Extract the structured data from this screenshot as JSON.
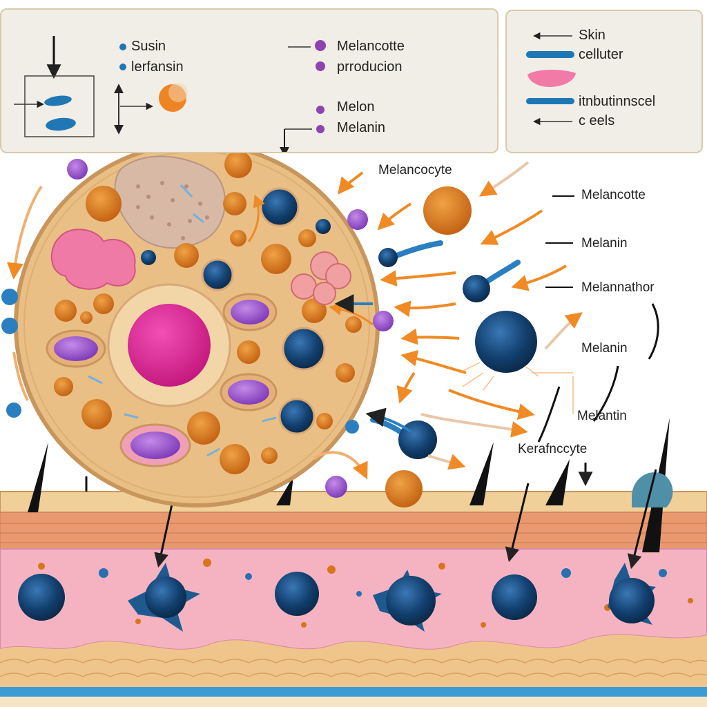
{
  "legend_left": {
    "items": [
      {
        "text": "Susin",
        "marker_color": "#1f78b4"
      },
      {
        "text": "lerfansin",
        "marker_color": "#1f78b4"
      }
    ],
    "right_items": [
      {
        "text": "Melancotte",
        "marker_color": "#8e44ad"
      },
      {
        "text": "prroducion",
        "marker_color": "#8e44ad"
      },
      {
        "text": "Melon",
        "marker_color": "#8e44ad"
      },
      {
        "text": "Melanin",
        "marker_color": "#8e44ad"
      }
    ]
  },
  "legend_right": {
    "items": [
      {
        "text": "Skin"
      },
      {
        "text": "celluter"
      },
      {
        "text": "itnbutinnscel"
      },
      {
        "text": "c eels"
      }
    ]
  },
  "callouts": {
    "melanocyte_top": "Melancocyte",
    "right": [
      {
        "text": "Melancotte"
      },
      {
        "text": "Melanin"
      },
      {
        "text": "Melannathor"
      },
      {
        "text": "Melanin"
      },
      {
        "text": "Melantin"
      }
    ],
    "keratinocyte": "Kerafnccyte"
  },
  "colors": {
    "cell_fill": "#e9bf86",
    "cell_border": "#c8965c",
    "nucleus": "#e0339a",
    "granule_orange": "#d9741a",
    "melanosome_blue": "#123f6e",
    "vesicle_purple": "#8a4fc2",
    "skin_pink": "#f5b3c2",
    "skin_tan": "#efc58c",
    "arrow_orange": "#f08a24"
  }
}
